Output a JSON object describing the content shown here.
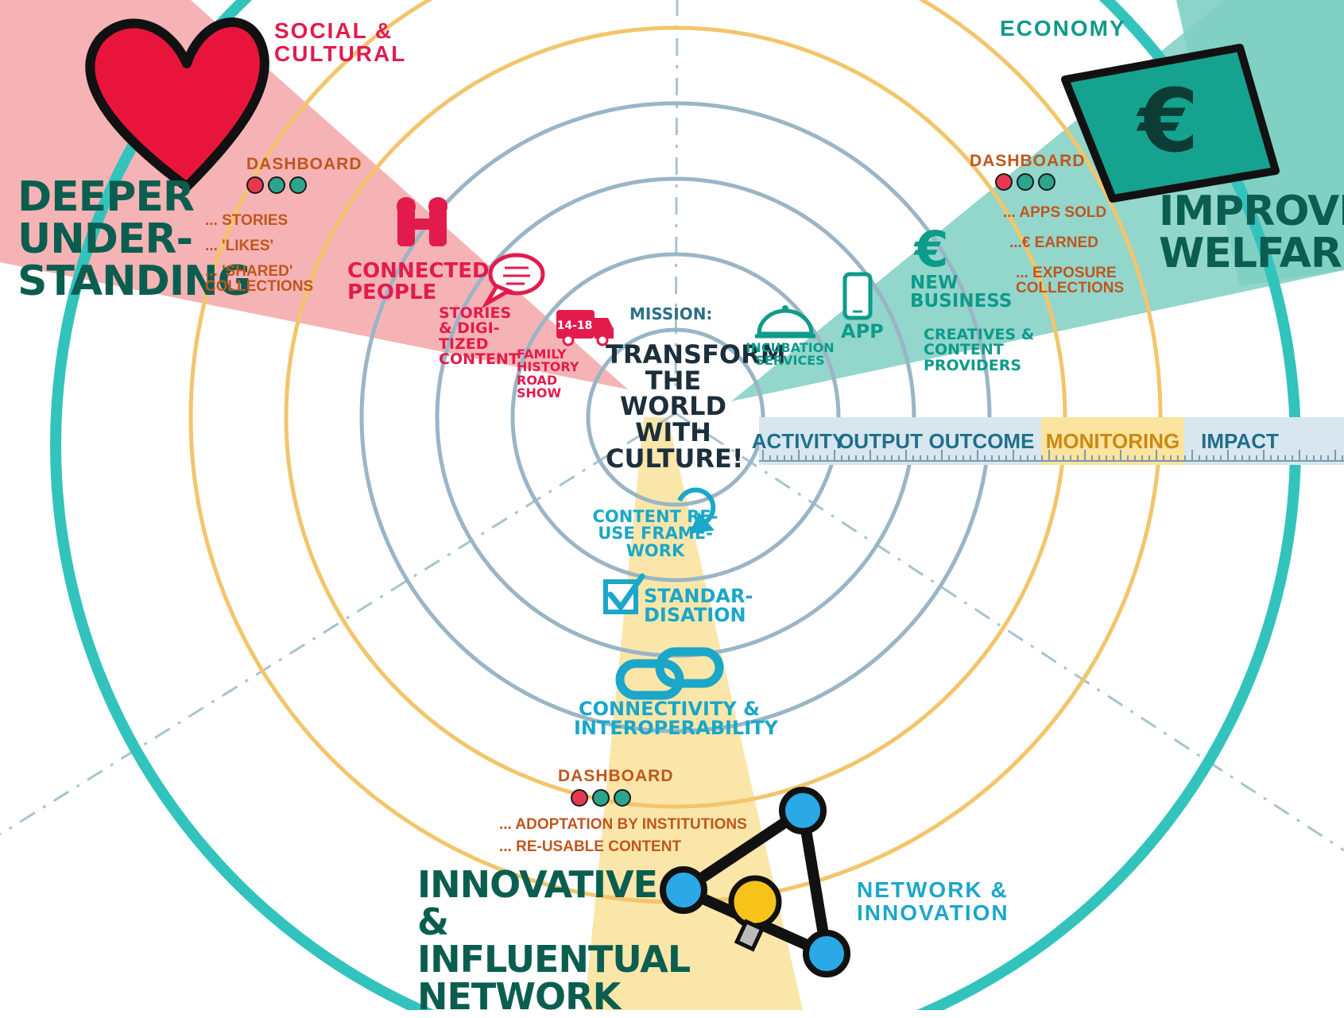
{
  "colors": {
    "social": "#f4a6a8",
    "social_text": "#e31b4d",
    "economy": "#7fcfc3",
    "economy_text": "#0d9b8a",
    "network": "#fbe3a0",
    "network_text": "#1aa7c9",
    "dark_green": "#0b5e4f",
    "ring": "#9ab5c6",
    "orange_ring": "#f3c56b",
    "outer_ring": "#33c3bd",
    "dashboard_text": "#c0561e",
    "dot_red": "#e8384f",
    "dot_green": "#2ba58b"
  },
  "sectors": {
    "social": {
      "label": "SOCIAL & CULTURAL",
      "goal": "DEEPER UNDER- STANDING",
      "dashboard_title": "DASHBOARD",
      "dashboard_items": [
        "... STORIES",
        "... 'LIKES'",
        "... 'SHARED' COLLECTIONS"
      ],
      "steps": [
        "CONNECTED PEOPLE",
        "STORIES & DIGI- TIZED CONTENT",
        "FAMILY HISTORY ROAD SHOW"
      ],
      "truck_label": "14-18",
      "icons": [
        "heart-icon",
        "handshake-icon",
        "speech-bubble-icon",
        "truck-icon"
      ]
    },
    "economy": {
      "label": "ECONOMY",
      "goal": "IMPROVED WELFARE",
      "dashboard_title": "DASHBOARD",
      "dashboard_items": [
        "... APPS SOLD",
        "...€ EARNED",
        "... EXPOSURE COLLECTIONS"
      ],
      "steps": [
        "INCUBATION SERVICES",
        "APP",
        "NEW BUSINESS",
        "CREATIVES & CONTENT PROVIDERS"
      ],
      "money_symbol": "€",
      "icons": [
        "euro-banknote-icon",
        "cloche-icon",
        "phone-icon",
        "euro-icon"
      ]
    },
    "network": {
      "label": "NETWORK & INNOVATION",
      "goal": "INNOVATIVE & INFLUENTUAL NETWORK",
      "dashboard_title": "DASHBOARD",
      "dashboard_items": [
        "... ADOPTATION BY INSTITUTIONS",
        "... RE-USABLE CONTENT"
      ],
      "steps": [
        "CONTENT RE-USE FRAME- WORK",
        "STANDAR- DISATION",
        "CONNECTIVITY & INTEROPERABILITY"
      ],
      "icons": [
        "recycle-icon",
        "checkbox-icon",
        "chain-link-icon",
        "network-lightbulb-icon"
      ]
    }
  },
  "center": {
    "mission_label": "MISSION:",
    "mission_text": "TRANSFORM THE WORLD WITH CULTURE!"
  },
  "measure_bar": {
    "segments": [
      "ACTIVITY",
      "OUTPUT",
      "OUTCOME",
      "MONITORING",
      "IMPACT"
    ]
  }
}
